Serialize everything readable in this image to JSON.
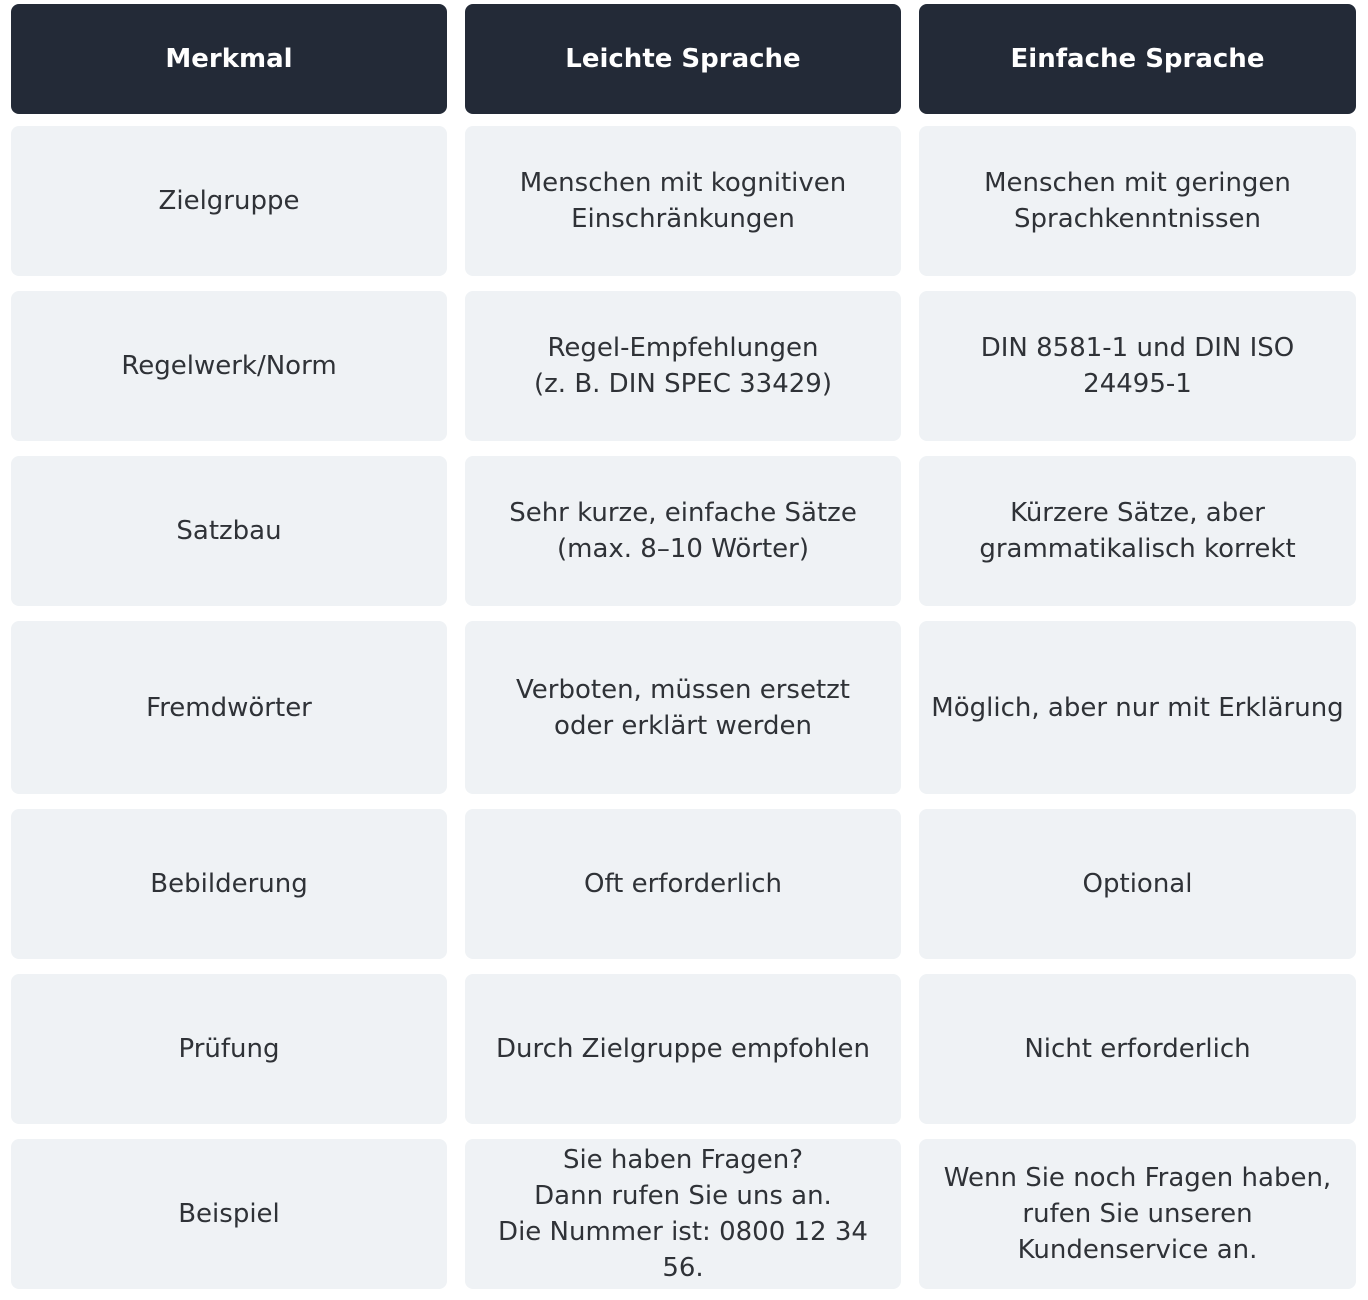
{
  "headers": [
    "Merkmal",
    "Leichte Sprache",
    "Einfache Sprache"
  ],
  "rows": [
    [
      "Zielgruppe",
      "Menschen mit kognitiven\nEinschränkungen",
      "Menschen mit geringen\nSprachkenntnissen"
    ],
    [
      "Regelwerk/Norm",
      "Regel-Empfehlungen\n(z. B. DIN SPEC 33429)",
      "DIN 8581-1 und DIN ISO\n24495-1"
    ],
    [
      "Satzbau",
      "Sehr kurze, einfache Sätze\n(max. 8–10 Wörter)",
      "Kürzere Sätze, aber\ngrammatikalisch korrekt"
    ],
    [
      "Fremdwörter",
      "Verboten, müssen ersetzt\noder erklärt werden",
      "Möglich, aber nur mit Erklärung"
    ],
    [
      "Bebilderung",
      "Oft erforderlich",
      "Optional"
    ],
    [
      "Prüfung",
      "Durch Zielgruppe empfohlen",
      "Nicht erforderlich"
    ],
    [
      "Beispiel",
      "Sie haben Fragen?\nDann rufen Sie uns an.\nDie Nummer ist: 0800 12 34 56.",
      "Wenn Sie noch Fragen haben,\nrufen Sie unseren\nKundenservice an."
    ]
  ],
  "colors": {
    "header_bg": "#232a37",
    "header_text": "#ffffff",
    "cell_bg": "#eff2f5",
    "cell_text": "#2f3237"
  }
}
